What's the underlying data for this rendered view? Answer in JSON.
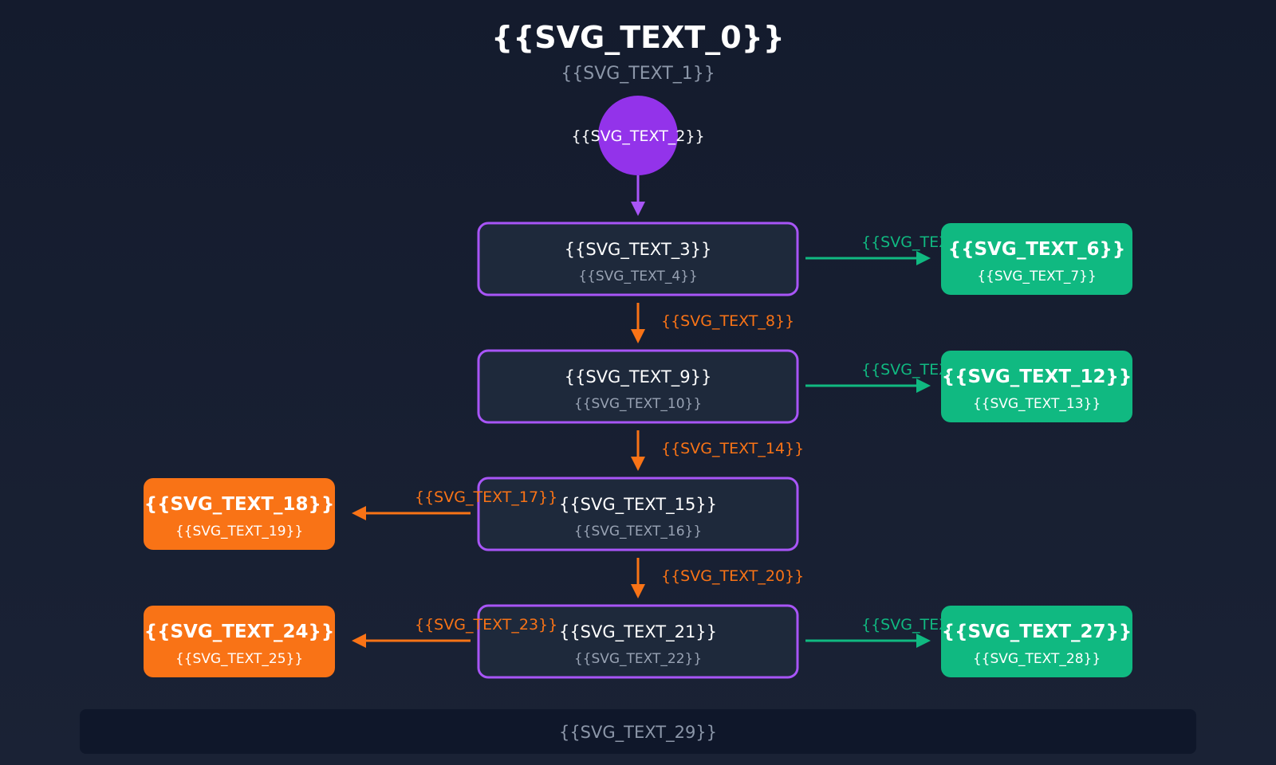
{
  "diagram": {
    "title": "{{SVG_TEXT_0}}",
    "subtitle": "{{SVG_TEXT_1}}",
    "start_label": "{{SVG_TEXT_2}}",
    "steps": [
      {
        "title": "{{SVG_TEXT_3}}",
        "sub": "{{SVG_TEXT_4}}"
      },
      {
        "title": "{{SVG_TEXT_9}}",
        "sub": "{{SVG_TEXT_10}}"
      },
      {
        "title": "{{SVG_TEXT_15}}",
        "sub": "{{SVG_TEXT_16}}"
      },
      {
        "title": "{{SVG_TEXT_21}}",
        "sub": "{{SVG_TEXT_22}}"
      }
    ],
    "down_labels": [
      "{{SVG_TEXT_8}}",
      "{{SVG_TEXT_14}}",
      "{{SVG_TEXT_20}}"
    ],
    "success": [
      {
        "edge_label": "{{SVG_TEX",
        "title": "{{SVG_TEXT_6}}",
        "sub": "{{SVG_TEXT_7}}"
      },
      {
        "edge_label": "{{SVG_TEX",
        "title": "{{SVG_TEXT_12}}",
        "sub": "{{SVG_TEXT_13}}"
      },
      {
        "edge_label": "{{SVG_TEX",
        "title": "{{SVG_TEXT_27}}",
        "sub": "{{SVG_TEXT_28}}"
      }
    ],
    "failure": [
      {
        "edge_label": "{{SVG_TEXT_17}}",
        "title": "{{SVG_TEXT_18}}",
        "sub": "{{SVG_TEXT_19}}"
      },
      {
        "edge_label": "{{SVG_TEXT_23}}",
        "title": "{{SVG_TEXT_24}}",
        "sub": "{{SVG_TEXT_25}}"
      }
    ],
    "footer": "{{SVG_TEXT_29}}"
  },
  "colors": {
    "accent_purple": "#a855f7",
    "start_fill": "#9333ea",
    "success_green": "#10b981",
    "failure_orange": "#f97316",
    "node_fill": "#1e293b",
    "footer_fill": "#0f172a"
  }
}
